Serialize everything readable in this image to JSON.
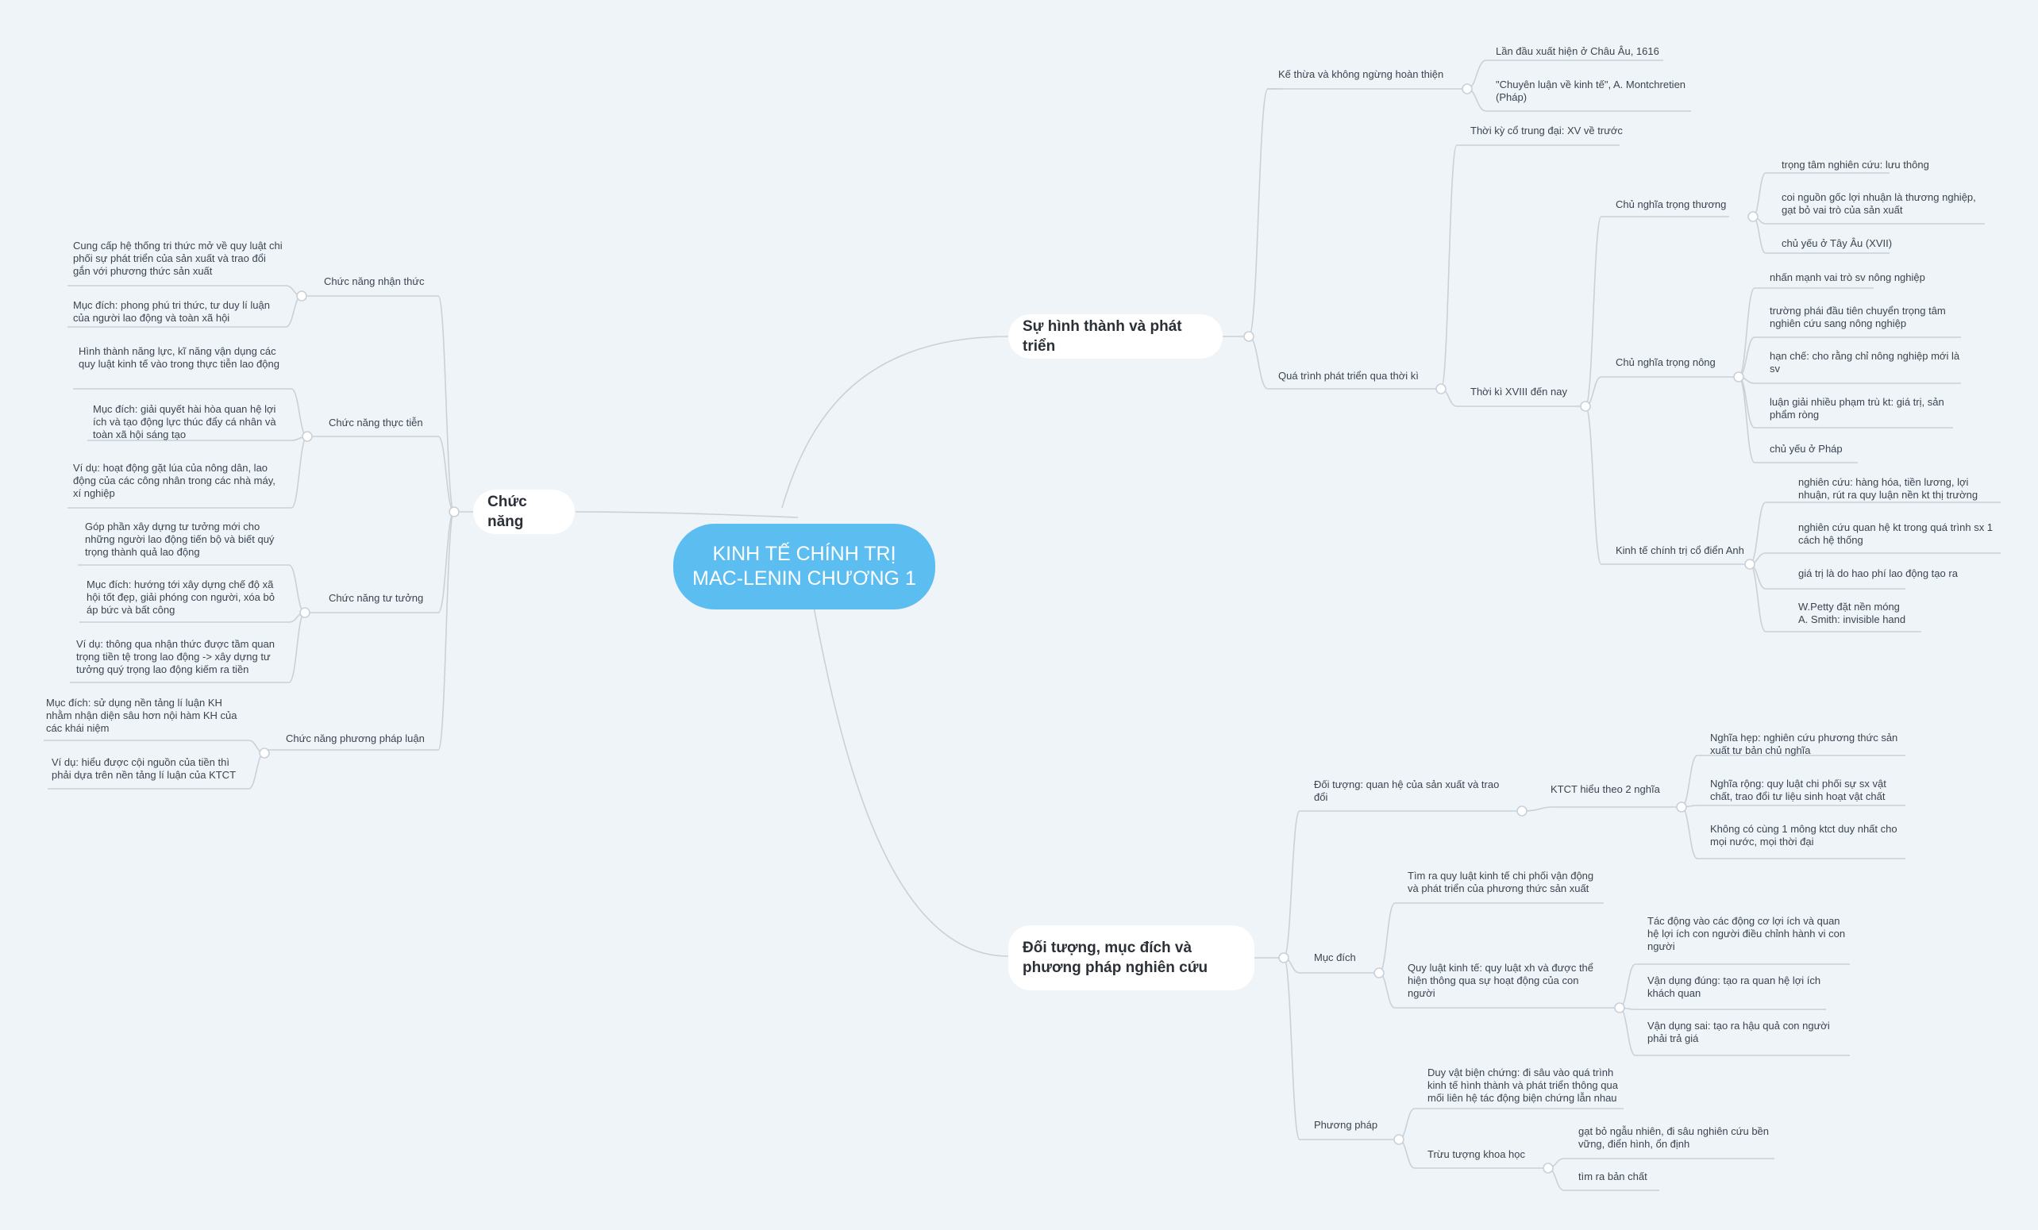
{
  "colors": {
    "background": "#eef4f8",
    "central_fill": "#5cbdf0",
    "line": "#c9d1d8",
    "main_fill": "#ffffff"
  },
  "central": {
    "line1": "KINH TẾ CHÍNH TRỊ",
    "line2": "MAC-LENIN CHƯƠNG 1"
  },
  "branches": {
    "history": {
      "label": "Sự hình thành và phát triển",
      "inherit": {
        "label": "Kế thừa và không ngừng hoàn thiện",
        "first": "Lần đầu xuất hiện ở Châu Âu, 1616",
        "treatise": "\"Chuyên luận về kinh tế\", A. Montchretien (Pháp)"
      },
      "process": {
        "label": "Quá trình phát triển qua thời kì",
        "medieval": "Thời kỳ cổ trung đại: XV về trước",
        "modern": {
          "label": "Thời kì XVIII đến nay",
          "mercantilism": {
            "label": "Chủ nghĩa trọng thương",
            "items": [
              "trọng tâm nghiên cứu: lưu thông",
              "coi nguồn gốc lợi nhuận là thương nghiệp, gạt bỏ vai trò của sản xuất",
              "chủ yếu ở Tây Âu (XVII)"
            ]
          },
          "physiocracy": {
            "label": "Chủ nghĩa trọng nông",
            "items": [
              "nhấn mạnh vai trò sv nông nghiệp",
              "trường phái đầu tiên chuyển trọng tâm nghiên cứu sang nông nghiệp",
              "hạn chế: cho rằng chỉ nông nghiệp mới là sv",
              "luận giải nhiều phạm trù kt: giá trị, sản phẩm ròng",
              "chủ yếu ở Pháp"
            ]
          },
          "classical": {
            "label": "Kinh tế chính trị cổ điển Anh",
            "items": [
              "nghiên cứu: hàng hóa, tiền lương, lợi nhuận, rút ra quy luận nền kt thị trường",
              "nghiên cứu quan hệ kt trong quá trình sx 1 cách hệ thống",
              "giá trị là do hao phí lao động tạo ra",
              "W.Petty đặt nền móng\nA. Smith: invisible hand"
            ]
          }
        }
      }
    },
    "object": {
      "label": "Đối tượng, mục đích và phương pháp nghiên cứu",
      "subject": {
        "label": "Đối tượng: quan hệ của sản xuất và trao đổi",
        "ktct": {
          "label": "KTCT hiểu theo 2 nghĩa",
          "items": [
            "Nghĩa hẹp: nghiên cứu phương thức sản xuất tư bản chủ nghĩa",
            "Nghĩa rộng: quy luật chi phối sự sx vật chất, trao đổi tư liệu sinh hoạt vật chất",
            "Không có cùng 1 mông ktct duy nhất cho mọi nước, mọi thời đại"
          ]
        }
      },
      "purpose": {
        "label": "Mục đích",
        "find": "Tìm ra quy luật kinh tế chi phối vận động và phát triển của phương thức sản xuất",
        "law": {
          "label": "Quy luật kinh tế: quy luật xh và được thể hiện thông qua sự hoạt động của con người",
          "items": [
            "Tác động vào các động cơ lợi ích và quan hệ lợi ích con người điều chỉnh hành vi con người",
            "Vận dụng đúng: tạo ra quan hệ lợi ích khách quan",
            "Vận dụng sai: tạo ra hậu quả con người phải trả giá"
          ]
        }
      },
      "method": {
        "label": "Phương pháp",
        "dialectic": "Duy vật biện chứng: đi sâu vào quá trình kinh tế hình thành và phát triển thông qua mối liên hệ tác động biện chứng lẫn nhau",
        "abstraction": {
          "label": "Trừu tượng khoa học",
          "items": [
            "gạt bỏ ngẫu nhiên, đi sâu nghiên cứu bền vững, điển hình, ổn định",
            "tìm ra bản chất"
          ]
        }
      }
    },
    "function": {
      "label": "Chức năng",
      "cognitive": {
        "label": "Chức năng nhận thức",
        "items": [
          "Cung cấp hệ thống tri thức mở về quy luật chi phối sự phát triển của sản xuất và trao đổi gắn với phương thức sản xuất",
          "Mục đích: phong phú tri thức, tư duy lí luận của người lao động và toàn xã hội"
        ]
      },
      "practical": {
        "label": "Chức năng thực tiễn",
        "items": [
          "Hình thành năng lực, kĩ năng vận dụng các quy luật kinh tế vào trong thực tiễn lao động",
          "Mục đích: giải quyết hài hòa quan hệ lợi ích và tạo động lực thúc đẩy cá nhân và toàn xã hội sáng tạo",
          "Ví dụ: hoạt động gặt lúa của nông dân, lao động của các công nhân trong các nhà máy, xí nghiệp"
        ]
      },
      "ideological": {
        "label": "Chức năng tư tưởng",
        "items": [
          "Góp phần xây dựng tư tưởng mới cho những người lao động tiến bộ và biết quý trọng thành quả lao động",
          "Mục đích: hướng tới xây dựng chế độ xã hội tốt đẹp, giải phóng con người, xóa bỏ áp bức và bất công",
          "Ví dụ: thông qua nhận thức được tầm quan trọng tiền tệ trong lao động -> xây dựng tư tưởng quý trọng lao động kiếm ra tiền"
        ]
      },
      "methodological": {
        "label": "Chức năng phương pháp luận",
        "items": [
          "Mục đích: sử dụng nền tảng lí luận KH nhằm nhận diện sâu hơn nội hàm KH của các khái niệm",
          "Ví dụ: hiểu được cội nguồn của tiền thì phải dựa trên nền tảng lí luận của KTCT"
        ]
      }
    }
  }
}
